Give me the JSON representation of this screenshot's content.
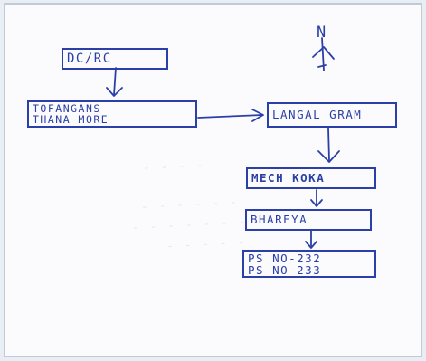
{
  "diagram": {
    "north_label": "N",
    "boxes": {
      "dc_rc": "DC/RC",
      "tofangans": [
        "TOFANGANS",
        "THANA MORE"
      ],
      "langalgram": "LANGAL GRAM",
      "mechkoka": "MECH KOKA",
      "bhareya": "BHAREYA",
      "ps": [
        "PS NO-232",
        "PS NO-233"
      ]
    },
    "colors": {
      "ink": "#2b3fa8",
      "paper": "#fbfbfd",
      "frame": "#c3cad6"
    }
  }
}
